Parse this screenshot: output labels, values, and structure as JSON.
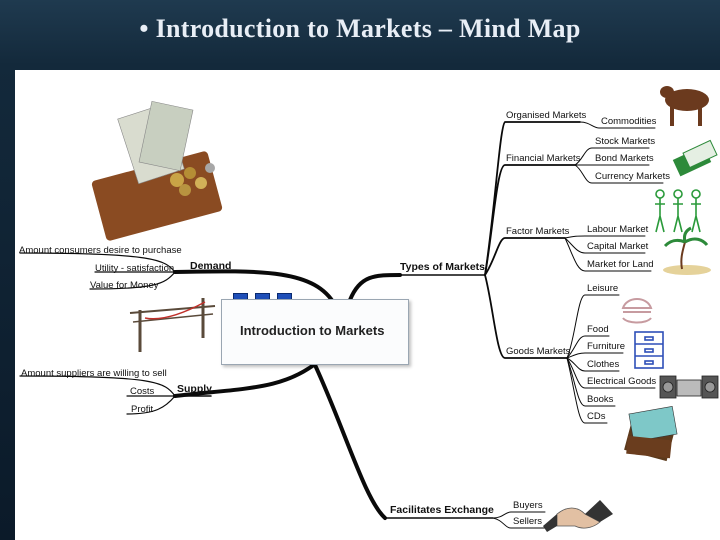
{
  "slide": {
    "title": "• Introduction to Markets – Mind Map"
  },
  "mindmap": {
    "central": "Introduction to Markets",
    "branches": {
      "demand": {
        "label": "Demand",
        "items": [
          "Amount consumers desire to purchase",
          "Utility - satisfaction",
          "Value for Money"
        ]
      },
      "supply": {
        "label": "Supply",
        "items": [
          "Amount suppliers are willing to sell",
          "Costs",
          "Profit"
        ]
      },
      "types": {
        "label": "Types of Markets",
        "organised": {
          "label": "Organised Markets",
          "items": [
            "Commodities"
          ]
        },
        "financial": {
          "label": "Financial Markets",
          "items": [
            "Stock Markets",
            "Bond Markets",
            "Currency Markets"
          ]
        },
        "factor": {
          "label": "Factor Markets",
          "items": [
            "Labour Market",
            "Capital Market",
            "Market for Land"
          ]
        },
        "goods": {
          "label": "Goods Markets",
          "items": [
            "Leisure",
            "Food",
            "Furniture",
            "Clothes",
            "Electrical Goods",
            "Books",
            "CDs"
          ]
        }
      },
      "exchange": {
        "label": "Facilitates Exchange",
        "items": [
          "Buyers",
          "Sellers"
        ]
      }
    }
  },
  "icons": [
    "wallet-icon",
    "cow-icon",
    "money-icon",
    "workers-icon",
    "palm-island-icon",
    "burger-icon",
    "cabinet-icon",
    "stereo-icon",
    "books-icon",
    "handshake-icon",
    "graph-icon"
  ]
}
